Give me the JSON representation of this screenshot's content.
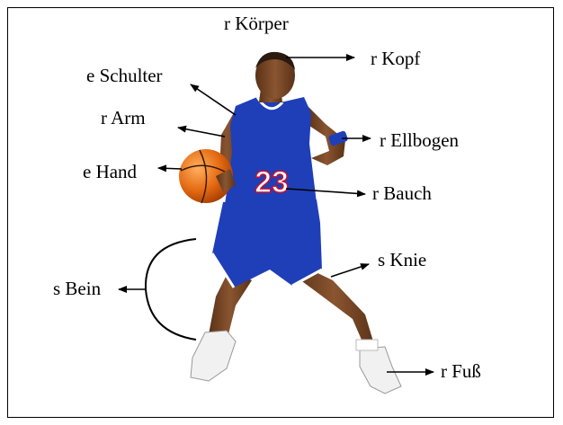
{
  "labels": {
    "koerper": "r Körper",
    "kopf": "r Kopf",
    "schulter": "e Schulter",
    "arm": "r Arm",
    "ellbogen": "r Ellbogen",
    "hand": "e Hand",
    "bauch": "r Bauch",
    "knie": "s Knie",
    "bein": "s Bein",
    "fuss": "r Fuß"
  },
  "jersey_number": "23",
  "colors": {
    "jersey": "#1f3fb8",
    "jersey_trim": "#ffffff",
    "skin": "#7a4a2a",
    "ball": "#e46a12"
  }
}
